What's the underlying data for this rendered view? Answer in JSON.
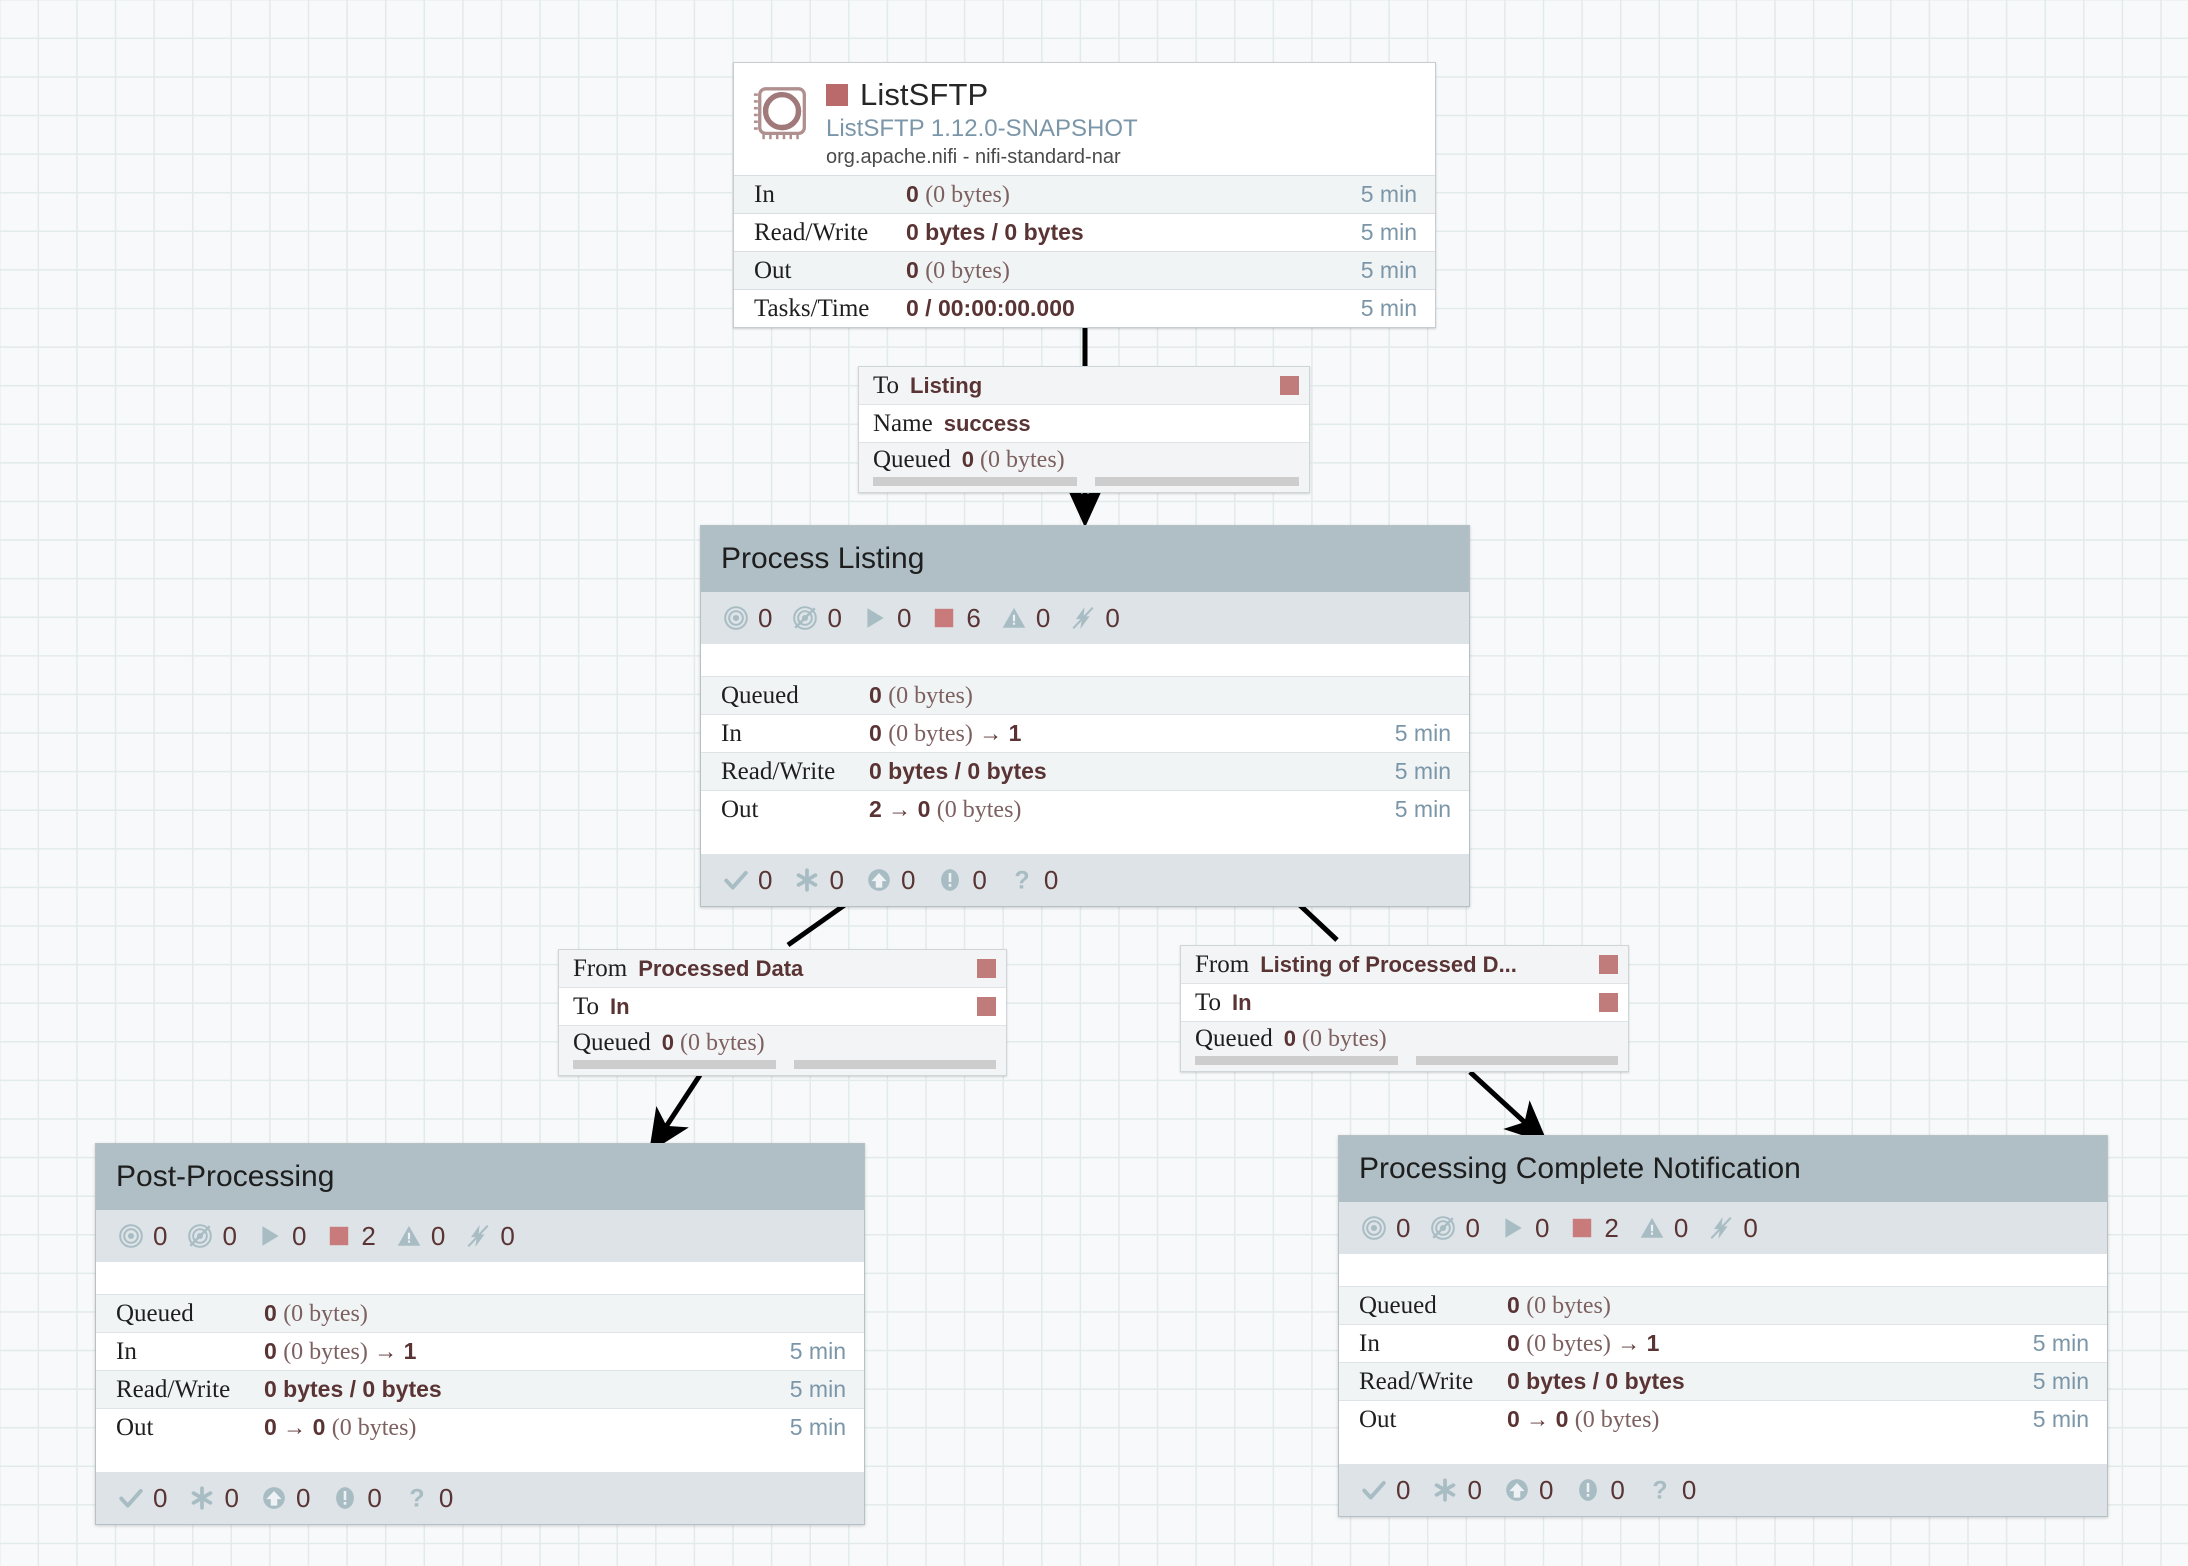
{
  "canvas": {
    "label": "nifi-flow-canvas"
  },
  "processor": {
    "name": "ListSFTP",
    "type": "ListSFTP 1.12.0-SNAPSHOT",
    "bundle": "org.apache.nifi - nifi-standard-nar",
    "run_status_color": "#ba6a6a",
    "icon": "processor-chip-icon",
    "stats": [
      {
        "label": "In",
        "value": "0",
        "detail": "(0 bytes)",
        "time": "5 min"
      },
      {
        "label": "Read/Write",
        "value": "0 bytes / 0 bytes",
        "detail": "",
        "time": "5 min"
      },
      {
        "label": "Out",
        "value": "0",
        "detail": "(0 bytes)",
        "time": "5 min"
      },
      {
        "label": "Tasks/Time",
        "value": "0 / 00:00:00.000",
        "detail": "",
        "time": "5 min"
      }
    ]
  },
  "connections": [
    {
      "id": "conn-listsftp-to-listing",
      "rows": [
        {
          "key": "To",
          "value": "Listing",
          "square": true
        },
        {
          "key": "Name",
          "value": "success",
          "square": false
        }
      ],
      "queued_label": "Queued",
      "queued_value": "0",
      "queued_detail": "(0 bytes)"
    },
    {
      "id": "conn-processed-data-to-in",
      "rows": [
        {
          "key": "From",
          "value": "Processed Data",
          "square": true
        },
        {
          "key": "To",
          "value": "In",
          "square": true
        }
      ],
      "queued_label": "Queued",
      "queued_value": "0",
      "queued_detail": "(0 bytes)"
    },
    {
      "id": "conn-listing-of-processed-to-in",
      "rows": [
        {
          "key": "From",
          "value": "Listing of Processed D...",
          "square": true
        },
        {
          "key": "To",
          "value": "In",
          "square": true
        }
      ],
      "queued_label": "Queued",
      "queued_value": "0",
      "queued_detail": "(0 bytes)"
    }
  ],
  "groups": [
    {
      "id": "group-process-listing",
      "title": "Process Listing",
      "status": [
        {
          "icon": "transmitting-icon",
          "count": "0"
        },
        {
          "icon": "not-transmitting-icon",
          "count": "0"
        },
        {
          "icon": "running-icon",
          "count": "0"
        },
        {
          "icon": "stopped-icon",
          "count": "6"
        },
        {
          "icon": "invalid-icon",
          "count": "0"
        },
        {
          "icon": "disabled-icon",
          "count": "0"
        }
      ],
      "stats": [
        {
          "label": "Queued",
          "value": "0",
          "detail": "(0 bytes)",
          "time": ""
        },
        {
          "label": "In",
          "value": "0",
          "detail": "(0 bytes)",
          "arrow": "→ 1",
          "time": "5 min"
        },
        {
          "label": "Read/Write",
          "value": "0 bytes / 0 bytes",
          "detail": "",
          "time": "5 min"
        },
        {
          "label": "Out",
          "value": "2 → 0",
          "detail": "(0 bytes)",
          "time": "5 min"
        }
      ],
      "footer": [
        {
          "icon": "check-icon",
          "count": "0"
        },
        {
          "icon": "asterisk-icon",
          "count": "0"
        },
        {
          "icon": "up-arrow-icon",
          "count": "0"
        },
        {
          "icon": "exclamation-icon",
          "count": "0"
        },
        {
          "icon": "question-icon",
          "count": "0"
        }
      ]
    },
    {
      "id": "group-post-processing",
      "title": "Post-Processing",
      "status": [
        {
          "icon": "transmitting-icon",
          "count": "0"
        },
        {
          "icon": "not-transmitting-icon",
          "count": "0"
        },
        {
          "icon": "running-icon",
          "count": "0"
        },
        {
          "icon": "stopped-icon",
          "count": "2"
        },
        {
          "icon": "invalid-icon",
          "count": "0"
        },
        {
          "icon": "disabled-icon",
          "count": "0"
        }
      ],
      "stats": [
        {
          "label": "Queued",
          "value": "0",
          "detail": "(0 bytes)",
          "time": ""
        },
        {
          "label": "In",
          "value": "0",
          "detail": "(0 bytes)",
          "arrow": "→ 1",
          "time": "5 min"
        },
        {
          "label": "Read/Write",
          "value": "0 bytes / 0 bytes",
          "detail": "",
          "time": "5 min"
        },
        {
          "label": "Out",
          "value": "0 → 0",
          "detail": "(0 bytes)",
          "time": "5 min"
        }
      ],
      "footer": [
        {
          "icon": "check-icon",
          "count": "0"
        },
        {
          "icon": "asterisk-icon",
          "count": "0"
        },
        {
          "icon": "up-arrow-icon",
          "count": "0"
        },
        {
          "icon": "exclamation-icon",
          "count": "0"
        },
        {
          "icon": "question-icon",
          "count": "0"
        }
      ]
    },
    {
      "id": "group-processing-complete-notification",
      "title": "Processing Complete Notification",
      "status": [
        {
          "icon": "transmitting-icon",
          "count": "0"
        },
        {
          "icon": "not-transmitting-icon",
          "count": "0"
        },
        {
          "icon": "running-icon",
          "count": "0"
        },
        {
          "icon": "stopped-icon",
          "count": "2"
        },
        {
          "icon": "invalid-icon",
          "count": "0"
        },
        {
          "icon": "disabled-icon",
          "count": "0"
        }
      ],
      "stats": [
        {
          "label": "Queued",
          "value": "0",
          "detail": "(0 bytes)",
          "time": ""
        },
        {
          "label": "In",
          "value": "0",
          "detail": "(0 bytes)",
          "arrow": "→ 1",
          "time": "5 min"
        },
        {
          "label": "Read/Write",
          "value": "0 bytes / 0 bytes",
          "detail": "",
          "time": "5 min"
        },
        {
          "label": "Out",
          "value": "0 → 0",
          "detail": "(0 bytes)",
          "time": "5 min"
        }
      ],
      "footer": [
        {
          "icon": "check-icon",
          "count": "0"
        },
        {
          "icon": "asterisk-icon",
          "count": "0"
        },
        {
          "icon": "up-arrow-icon",
          "count": "0"
        },
        {
          "icon": "exclamation-icon",
          "count": "0"
        },
        {
          "icon": "question-icon",
          "count": "0"
        }
      ]
    }
  ],
  "colors": {
    "stopped_red": "#c97b7b",
    "group_header": "#b0bfc6",
    "status_bar": "#dde3e6",
    "icon_blue_gray": "#a8bcc4",
    "value_maroon": "#5a3434",
    "time_blue": "#7b96a8",
    "link_black": "#000000"
  }
}
